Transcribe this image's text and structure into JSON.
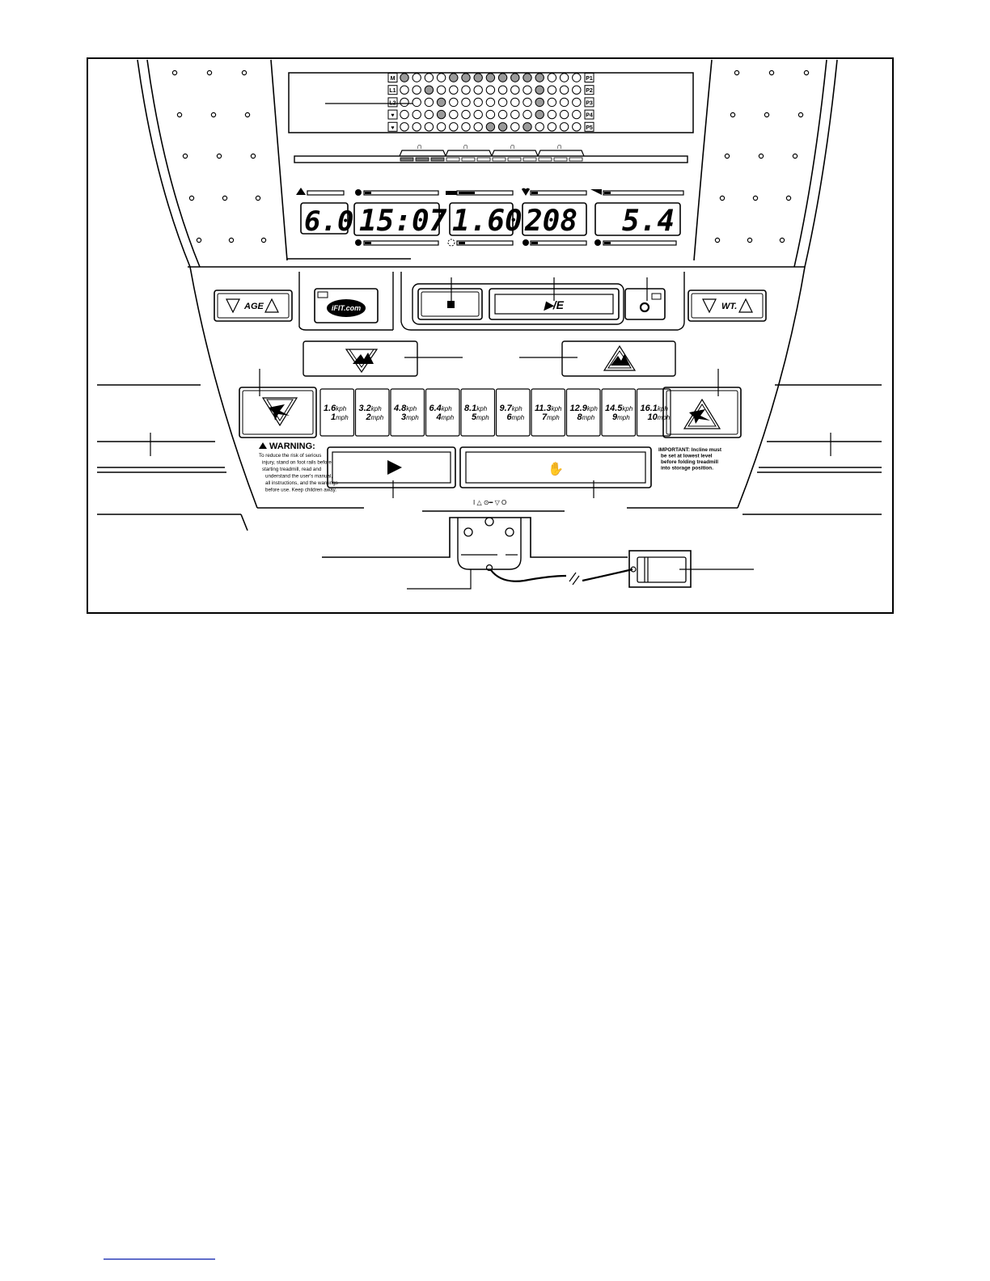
{
  "matrix": {
    "left_labels": [
      "M",
      "L1",
      "L2",
      "♥",
      "♥"
    ],
    "right_labels": [
      "P1",
      "P2",
      "P3",
      "P4",
      "P5"
    ],
    "columns": 15,
    "filled_rows": [
      [
        0,
        4,
        5,
        6,
        7,
        8,
        9,
        10,
        11
      ],
      [
        2,
        11
      ],
      [
        3,
        11
      ],
      [
        3,
        11
      ],
      [
        7,
        8,
        10
      ]
    ]
  },
  "displays": [
    {
      "id": "incline",
      "value": "6.0",
      "icon": "incline-icon"
    },
    {
      "id": "time",
      "value": "15:07",
      "icon": "clock-icon"
    },
    {
      "id": "distance",
      "value": "1.60",
      "icon": "distance-icon"
    },
    {
      "id": "pulse",
      "value": "208",
      "icon": "heart-icon"
    },
    {
      "id": "speed",
      "value": "5.4",
      "icon": "speed-icon"
    }
  ],
  "buttons": {
    "age": "AGE",
    "weight": "WT.",
    "ifit": "iFIT.com",
    "stop_symbol": "■",
    "enter_label": "▶/E",
    "fan_symbol": "O",
    "start_symbol": "▶",
    "stop_hand_symbol": "✋"
  },
  "speed_keys": [
    {
      "kph": "1.6",
      "mph": "1"
    },
    {
      "kph": "3.2",
      "mph": "2"
    },
    {
      "kph": "4.8",
      "mph": "3"
    },
    {
      "kph": "6.4",
      "mph": "4"
    },
    {
      "kph": "8.1",
      "mph": "5"
    },
    {
      "kph": "9.7",
      "mph": "6"
    },
    {
      "kph": "11.3",
      "mph": "7"
    },
    {
      "kph": "12.9",
      "mph": "8"
    },
    {
      "kph": "14.5",
      "mph": "9"
    },
    {
      "kph": "16.1",
      "mph": "10"
    }
  ],
  "units": {
    "kph": "kph",
    "mph": "mph"
  },
  "warning": {
    "title": "WARNING:",
    "lines": [
      "To reduce the risk of serious",
      "injury, stand on foot rails before",
      "starting treadmill, read and",
      "understand the user's manual,",
      "all instructions, and the warnings",
      "before use.  Keep children away."
    ]
  },
  "important": {
    "lines": [
      "IMPORTANT:  Incline must",
      "be set at lowest level",
      "before folding treadmill",
      "into storage position."
    ]
  },
  "key_symbols": "I △ ⊙━ ▽ O"
}
